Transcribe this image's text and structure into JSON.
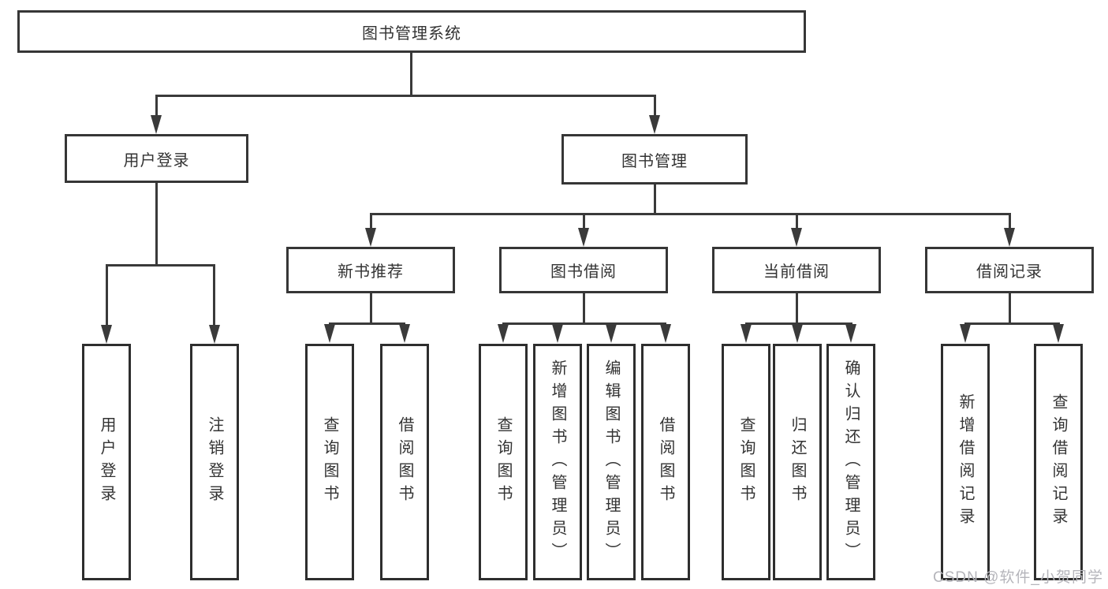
{
  "colors": {
    "line": "#3a3a3a",
    "box_border": "#2e2e2e",
    "text": "#333333",
    "watermark": "#b5b5bb",
    "background": "#ffffff"
  },
  "watermark": "CSDN @软件_小贺同学",
  "tree": {
    "root": "图书管理系统",
    "user_login": {
      "label": "用户登录",
      "children": [
        {
          "label": "用户登录"
        },
        {
          "label": "注销登录"
        }
      ]
    },
    "book_management": {
      "label": "图书管理",
      "modules": [
        {
          "label": "新书推荐",
          "children": [
            {
              "label": "查询图书"
            },
            {
              "label": "借阅图书"
            }
          ]
        },
        {
          "label": "图书借阅",
          "children": [
            {
              "label": "查询图书"
            },
            {
              "label": "新增图书（管理员）"
            },
            {
              "label": "编辑图书（管理员）"
            },
            {
              "label": "借阅图书"
            }
          ]
        },
        {
          "label": "当前借阅",
          "children": [
            {
              "label": "查询图书"
            },
            {
              "label": "归还图书"
            },
            {
              "label": "确认归还（管理员）"
            }
          ]
        },
        {
          "label": "借阅记录",
          "children": [
            {
              "label": "新增借阅记录"
            },
            {
              "label": "查询借阅记录"
            }
          ]
        }
      ]
    }
  }
}
